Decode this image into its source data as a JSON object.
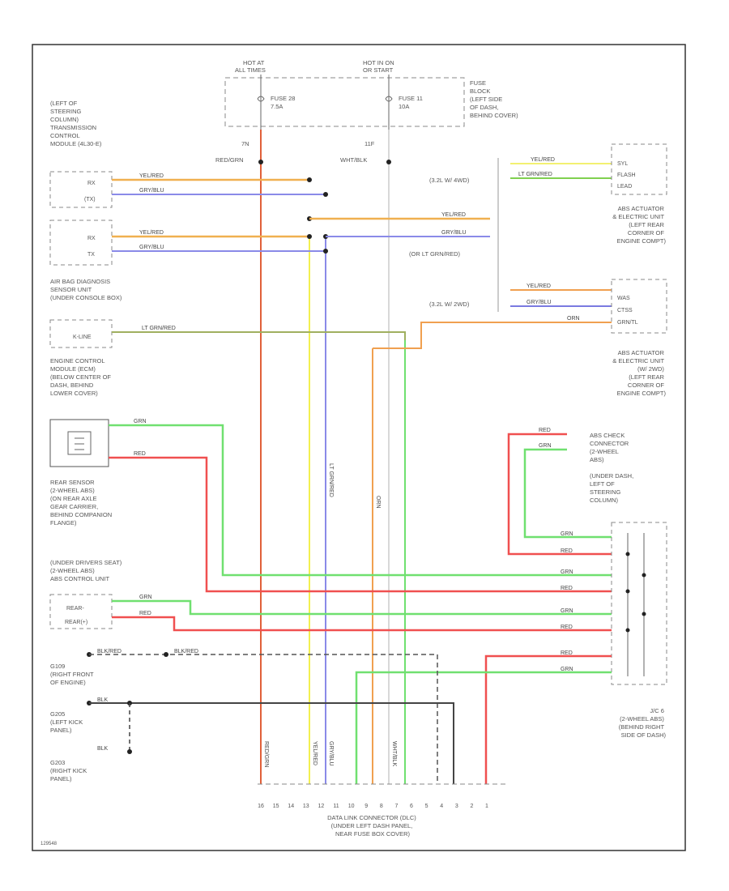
{
  "top": {
    "hot_at": [
      "HOT AT",
      "ALL TIMES"
    ],
    "hot_in_on": [
      "HOT IN ON",
      "OR START"
    ],
    "fuse_left": [
      "FUSE 28",
      "7.5A"
    ],
    "fuse_right": [
      "FUSE 11",
      "10A"
    ],
    "fuse_block": [
      "FUSE",
      "BLOCK",
      "(LEFT SIDE",
      "OF DASH,",
      "BEHIND COVER)"
    ],
    "left_pin": "7N",
    "left_wire": "RED/GRN",
    "right_pin": "11F",
    "right_wire": "WHT/BLK"
  },
  "left_components": {
    "tcm": [
      "(LEFT OF",
      "STEERING",
      "COLUMN)",
      "TRANSMISSION",
      "CONTROL",
      "MODULE (4L30-E)"
    ],
    "tcm_pins": [
      "RX",
      "(TX)"
    ],
    "tcm2_pins": [
      "RX",
      "TX"
    ],
    "airbag": [
      "AIR BAG DIAGNOSIS",
      "SENSOR UNIT",
      "(UNDER CONSOLE BOX)"
    ],
    "airbag_pin": "K-LINE",
    "ecm": [
      "ENGINE CONTROL",
      "MODULE (ECM)",
      "(BELOW CENTER OF",
      "DASH, BEHIND",
      "LOWER COVER)"
    ],
    "rear_sensor": [
      "REAR SENSOR",
      "(2-WHEEL ABS)",
      "(ON REAR AXLE",
      "GEAR CARRIER,",
      "BEHIND COMPANION",
      "FLANGE)"
    ],
    "abs_unit": [
      "(UNDER DRIVERS SEAT)",
      "(2-WHEEL ABS)",
      "ABS CONTROL UNIT"
    ],
    "abs_pins": [
      "REAR-",
      "REAR(+)"
    ],
    "g109": [
      "G109",
      "(RIGHT FRONT",
      "OF ENGINE)"
    ],
    "g205": [
      "G205",
      "(LEFT KICK",
      "PANEL)"
    ],
    "g203": [
      "G203",
      "(RIGHT KICK",
      "PANEL)"
    ]
  },
  "right_components": {
    "cond_4wd": "(3.2L W/ 4WD)",
    "cond_2wd": "(3.2L W/ 2WD)",
    "cond_gry": "(OR LT GRN/RED)",
    "abs_act_4wd": [
      "ABS ACTUATOR",
      "& ELECTRIC UNIT",
      "(LEFT REAR",
      "CORNER OF",
      "ENGINE COMPT)"
    ],
    "abs_act_2wd": [
      "ABS ACTUATOR",
      "& ELECTRIC UNIT",
      "(W/ 2WD)",
      "(LEFT REAR",
      "CORNER OF",
      "ENGINE COMPT)"
    ],
    "abs_check": [
      "ABS CHECK",
      "CONNECTOR",
      "(2-WHEEL",
      "ABS)",
      "(UNDER DASH,",
      "LEFT OF",
      "STEERING",
      "COLUMN)"
    ],
    "jc6": [
      "J/C 6",
      "(2-WHEEL ABS)",
      "(BEHIND RIGHT",
      "SIDE OF DASH)"
    ],
    "flash_pins": [
      "SYL",
      "FLASH",
      "LEAD"
    ],
    "act_pins": [
      "WAS",
      "CTSS",
      "GRN/TL"
    ]
  },
  "wires": {
    "yel_red": "YEL/RED",
    "gry_blu": "GRY/BLU",
    "lt_grn_red": "LT GRN/RED",
    "grn": "GRN",
    "red": "RED",
    "blk_red": "BLK/RED",
    "blk": "BLK",
    "orn": "ORN"
  },
  "dlc": {
    "pins": [
      "16",
      "15",
      "14",
      "13",
      "12",
      "11",
      "10",
      "9",
      "8",
      "7",
      "6",
      "5",
      "4",
      "3",
      "2",
      "1"
    ],
    "label": [
      "DATA LINK CONNECTOR (DLC)",
      "(UNDER LEFT DASH PANEL,",
      "NEAR FUSE BOX COVER)"
    ]
  },
  "footer_code": "129548"
}
